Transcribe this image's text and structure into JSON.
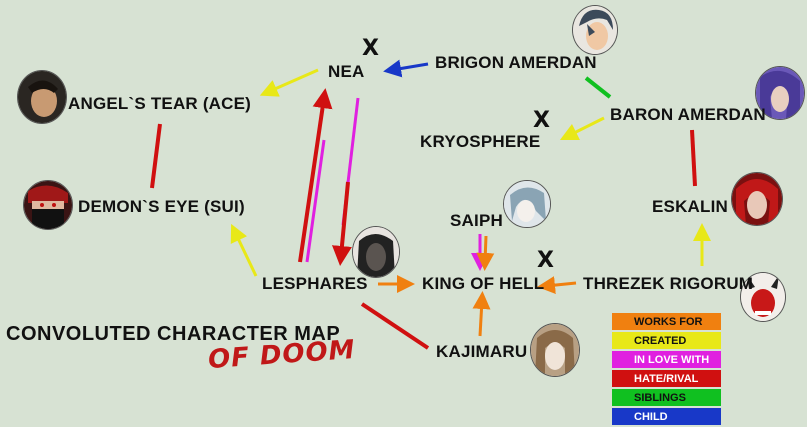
{
  "title": {
    "line1": "CONVOLUTED CHARACTER MAP",
    "line2": "OF DOOM"
  },
  "nodes": {
    "nea": "NEA",
    "brigon": "BRIGON AMERDAN",
    "angels_tear": "ANGEL`S TEAR (ACE)",
    "baron": "BARON AMERDAN",
    "kryosphere": "KRYOSPHERE",
    "demons_eye": "DEMON`S EYE (SUI)",
    "saiph": "SAIPH",
    "eskalin": "ESKALIN",
    "lesphares": "LESPHARES",
    "king": "KING OF HELL",
    "threzek": "THREZEK RIGORUM",
    "kajimaru": "KAJIMARU"
  },
  "marks": {
    "dead": "X"
  },
  "legend": [
    {
      "label": "WORKS FOR",
      "color": "#f08010",
      "dark": false
    },
    {
      "label": "CREATED",
      "color": "#e8e818",
      "dark": false
    },
    {
      "label": "IN LOVE WITH",
      "color": "#e020e0",
      "dark": true
    },
    {
      "label": "HATE/RIVAL",
      "color": "#d01010",
      "dark": true
    },
    {
      "label": "SIBLINGS",
      "color": "#10c020",
      "dark": false
    },
    {
      "label": "CHILD",
      "color": "#1838c8",
      "dark": true
    }
  ],
  "icons": {
    "arrow_head": "arrowhead-icon",
    "avatar": "character-portrait-icon"
  }
}
